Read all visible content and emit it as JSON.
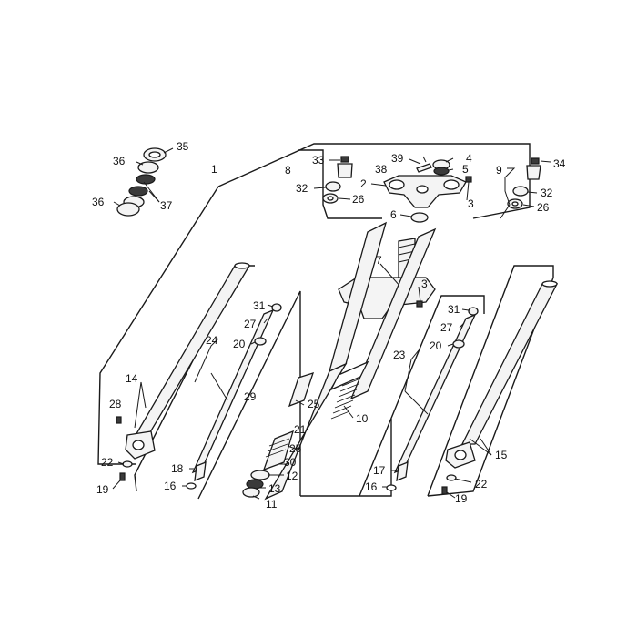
{
  "diagram": {
    "callouts": [
      {
        "id": "c1",
        "text": "1"
      },
      {
        "id": "c35",
        "text": "35"
      },
      {
        "id": "c36a",
        "text": "36"
      },
      {
        "id": "c36b",
        "text": "36"
      },
      {
        "id": "c37",
        "text": "37"
      },
      {
        "id": "c8",
        "text": "8"
      },
      {
        "id": "c33",
        "text": "33"
      },
      {
        "id": "c32a",
        "text": "32"
      },
      {
        "id": "c26a",
        "text": "26"
      },
      {
        "id": "c39",
        "text": "39"
      },
      {
        "id": "c4",
        "text": "4"
      },
      {
        "id": "c38",
        "text": "38"
      },
      {
        "id": "c5",
        "text": "5"
      },
      {
        "id": "c2",
        "text": "2"
      },
      {
        "id": "c3a",
        "text": "3"
      },
      {
        "id": "c6",
        "text": "6"
      },
      {
        "id": "c9",
        "text": "9"
      },
      {
        "id": "c34",
        "text": "34"
      },
      {
        "id": "c32b",
        "text": "32"
      },
      {
        "id": "c26b",
        "text": "26"
      },
      {
        "id": "c7",
        "text": "7"
      },
      {
        "id": "c3b",
        "text": "3"
      },
      {
        "id": "c31a",
        "text": "31"
      },
      {
        "id": "c27a",
        "text": "27"
      },
      {
        "id": "c24",
        "text": "24"
      },
      {
        "id": "c20a",
        "text": "20"
      },
      {
        "id": "c31b",
        "text": "31"
      },
      {
        "id": "c27b",
        "text": "27"
      },
      {
        "id": "c23",
        "text": "23"
      },
      {
        "id": "c20b",
        "text": "20"
      },
      {
        "id": "c14",
        "text": "14"
      },
      {
        "id": "c28",
        "text": "28"
      },
      {
        "id": "c29",
        "text": "29"
      },
      {
        "id": "c25a",
        "text": "25"
      },
      {
        "id": "c10",
        "text": "10"
      },
      {
        "id": "c21",
        "text": "21"
      },
      {
        "id": "c25b",
        "text": "25"
      },
      {
        "id": "c30",
        "text": "30"
      },
      {
        "id": "c12",
        "text": "12"
      },
      {
        "id": "c13",
        "text": "13"
      },
      {
        "id": "c11",
        "text": "11"
      },
      {
        "id": "c22a",
        "text": "22"
      },
      {
        "id": "c19a",
        "text": "19"
      },
      {
        "id": "c18",
        "text": "18"
      },
      {
        "id": "c16a",
        "text": "16"
      },
      {
        "id": "c17",
        "text": "17"
      },
      {
        "id": "c16b",
        "text": "16"
      },
      {
        "id": "c15",
        "text": "15"
      },
      {
        "id": "c22b",
        "text": "22"
      },
      {
        "id": "c19b",
        "text": "19"
      }
    ]
  }
}
